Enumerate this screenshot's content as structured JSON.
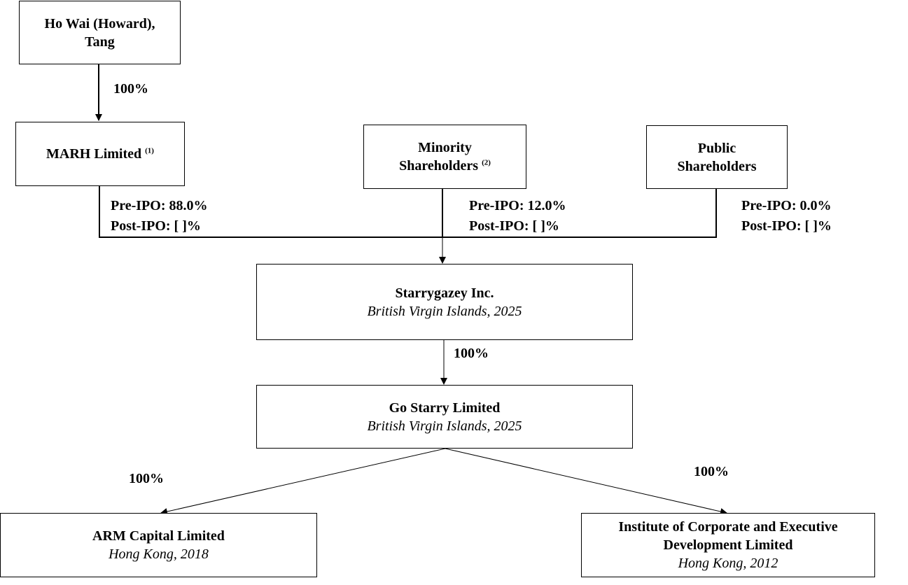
{
  "entities": {
    "howard": {
      "name": "Ho Wai (Howard), Tang"
    },
    "marh": {
      "name": "MARH Limited",
      "note": "(1)"
    },
    "minority": {
      "name": "Minority Shareholders",
      "note": "(2)"
    },
    "public": {
      "name": "Public Shareholders"
    },
    "starrygazey": {
      "name": "Starrygazey Inc.",
      "detail": "British Virgin Islands, 2025"
    },
    "gostarry": {
      "name": "Go Starry Limited",
      "detail": "British Virgin Islands, 2025"
    },
    "arm": {
      "name": "ARM Capital Limited",
      "detail": "Hong Kong, 2018"
    },
    "icedl": {
      "name": "Institute of Corporate and Executive Development Limited",
      "detail": "Hong Kong, 2012"
    }
  },
  "ownership": {
    "howard_to_marh": "100%",
    "marh": {
      "pre": "Pre-IPO: 88.0%",
      "post": "Post-IPO: [ ]%"
    },
    "minority": {
      "pre": "Pre-IPO: 12.0%",
      "post": "Post-IPO: [ ]%"
    },
    "public": {
      "pre": "Pre-IPO: 0.0%",
      "post": "Post-IPO: [ ]%"
    },
    "starrygazey_to_gostarry": "100%",
    "gostarry_to_arm": "100%",
    "gostarry_to_icedl": "100%"
  }
}
